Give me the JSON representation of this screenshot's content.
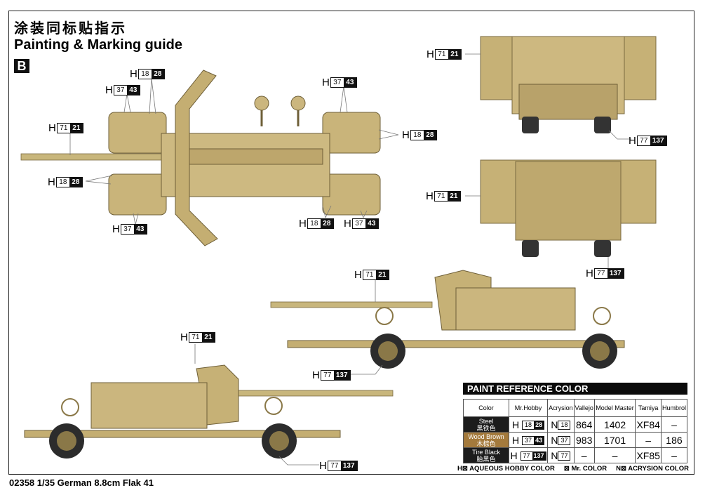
{
  "header": {
    "title_cn": "涂装同标贴指示",
    "title_en": "Painting & Marking guide",
    "section_badge": "B"
  },
  "footer": {
    "product": "02358 1/35 German 8.8cm Flak 41"
  },
  "colors": {
    "tan_light": "#d8c48c",
    "tan_mid": "#bfa86a",
    "tan_dark": "#8a7848",
    "tire_black": "#2a2a2a",
    "steel": "#1c1c1c",
    "wood_brown": "#a47a3c"
  },
  "views": {
    "top_view": {
      "callouts": [
        {
          "prefix": "H",
          "a": "18",
          "b": "28"
        },
        {
          "prefix": "H",
          "a": "37",
          "b": "43"
        },
        {
          "prefix": "H",
          "a": "71",
          "b": "21"
        },
        {
          "prefix": "H",
          "a": "18",
          "b": "28"
        },
        {
          "prefix": "H",
          "a": "37",
          "b": "43"
        },
        {
          "prefix": "H",
          "a": "37",
          "b": "43"
        },
        {
          "prefix": "H",
          "a": "18",
          "b": "28"
        },
        {
          "prefix": "H",
          "a": "18",
          "b": "28"
        },
        {
          "prefix": "H",
          "a": "37",
          "b": "43"
        }
      ]
    },
    "front_view": {
      "callouts": [
        {
          "prefix": "H",
          "a": "71",
          "b": "21"
        },
        {
          "prefix": "H",
          "a": "77",
          "b": "137"
        }
      ]
    },
    "rear_view": {
      "callouts": [
        {
          "prefix": "H",
          "a": "71",
          "b": "21"
        },
        {
          "prefix": "H",
          "a": "77",
          "b": "137"
        }
      ]
    },
    "right_side_view": {
      "callouts": [
        {
          "prefix": "H",
          "a": "71",
          "b": "21"
        },
        {
          "prefix": "H",
          "a": "77",
          "b": "137"
        }
      ]
    },
    "left_side_view": {
      "callouts": [
        {
          "prefix": "H",
          "a": "71",
          "b": "21"
        },
        {
          "prefix": "H",
          "a": "77",
          "b": "137"
        }
      ]
    }
  },
  "paint_reference": {
    "title": "PAINT  REFERENCE COLOR",
    "columns": [
      "Color",
      "Mr.Hobby",
      "Acrysion",
      "Vallejo",
      "Model Master",
      "Tamiya",
      "Humbrol"
    ],
    "rows": [
      {
        "name_en": "Steel",
        "name_cn": "黑铁色",
        "swatch": "#1c1c1c",
        "mrhobby_prefix": "H",
        "mrhobby_a": "18",
        "mrhobby_b": "28",
        "acrysion_prefix": "N",
        "acrysion": "18",
        "vallejo": "864",
        "model_master": "1402",
        "tamiya": "XF84",
        "humbrol": "–"
      },
      {
        "name_en": "Wood Brown",
        "name_cn": "木棕色",
        "swatch": "#a47a3c",
        "mrhobby_prefix": "H",
        "mrhobby_a": "37",
        "mrhobby_b": "43",
        "acrysion_prefix": "N",
        "acrysion": "37",
        "vallejo": "983",
        "model_master": "1701",
        "tamiya": "–",
        "humbrol": "186"
      },
      {
        "name_en": "Tire Black",
        "name_cn": "胎黑色",
        "swatch": "#1c1c1c",
        "mrhobby_prefix": "H",
        "mrhobby_a": "77",
        "mrhobby_b": "137",
        "acrysion_prefix": "N",
        "acrysion": "77",
        "vallejo": "–",
        "model_master": "–",
        "tamiya": "XF85",
        "humbrol": "–"
      }
    ],
    "legend": [
      "H⊠ AQUEOUS HOBBY COLOR",
      "⊠ Mr. COLOR",
      "N⊠ ACRYSION COLOR"
    ]
  }
}
